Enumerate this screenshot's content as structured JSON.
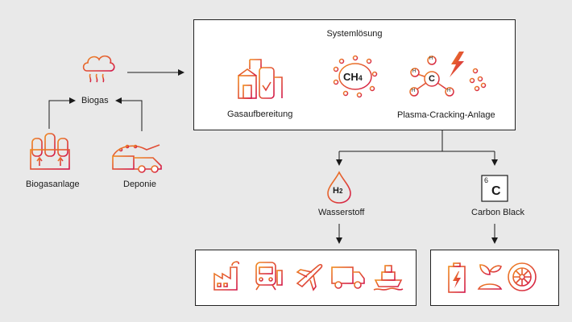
{
  "sources": {
    "biogas": "Biogas",
    "biogasanlage": "Biogasanlage",
    "deponie": "Deponie"
  },
  "system": {
    "title": "Systemlösung",
    "gasaufbereitung": "Gasaufbereitung",
    "plasma": "Plasma-Cracking-Anlage",
    "ch4_main": "CH",
    "ch4_sub": "4",
    "carbon_atom": "C",
    "hydrogen_atom": "H"
  },
  "products": {
    "wasserstoff": "Wasserstoff",
    "h2_main": "H",
    "h2_sub": "2",
    "carbon_black": "Carbon Black",
    "c_symbol": "C",
    "c_number": "6"
  },
  "colors": {
    "gradient_start": "#f08a1e",
    "gradient_end": "#d3174a",
    "line": "#1a1a1a",
    "background": "#e9e9e9"
  }
}
